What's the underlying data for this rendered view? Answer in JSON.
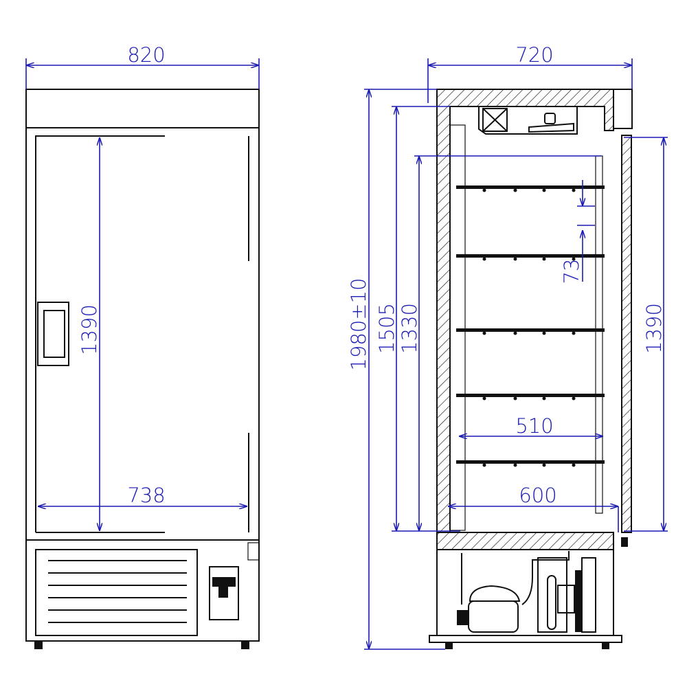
{
  "front_view": {
    "width_overall": "820",
    "door_height": "1390",
    "door_inner_width": "738"
  },
  "side_view": {
    "depth_overall": "720",
    "height_overall": "1980±10",
    "interior_height": "1505",
    "shelf_zone_height": "1330",
    "door_opening_height": "1390",
    "shelf_pitch": "73",
    "shelf_depth": "510",
    "interior_depth": "600",
    "shelf_count": 5
  },
  "colors": {
    "dimension": "#1a1ab4",
    "outline": "#111111"
  }
}
